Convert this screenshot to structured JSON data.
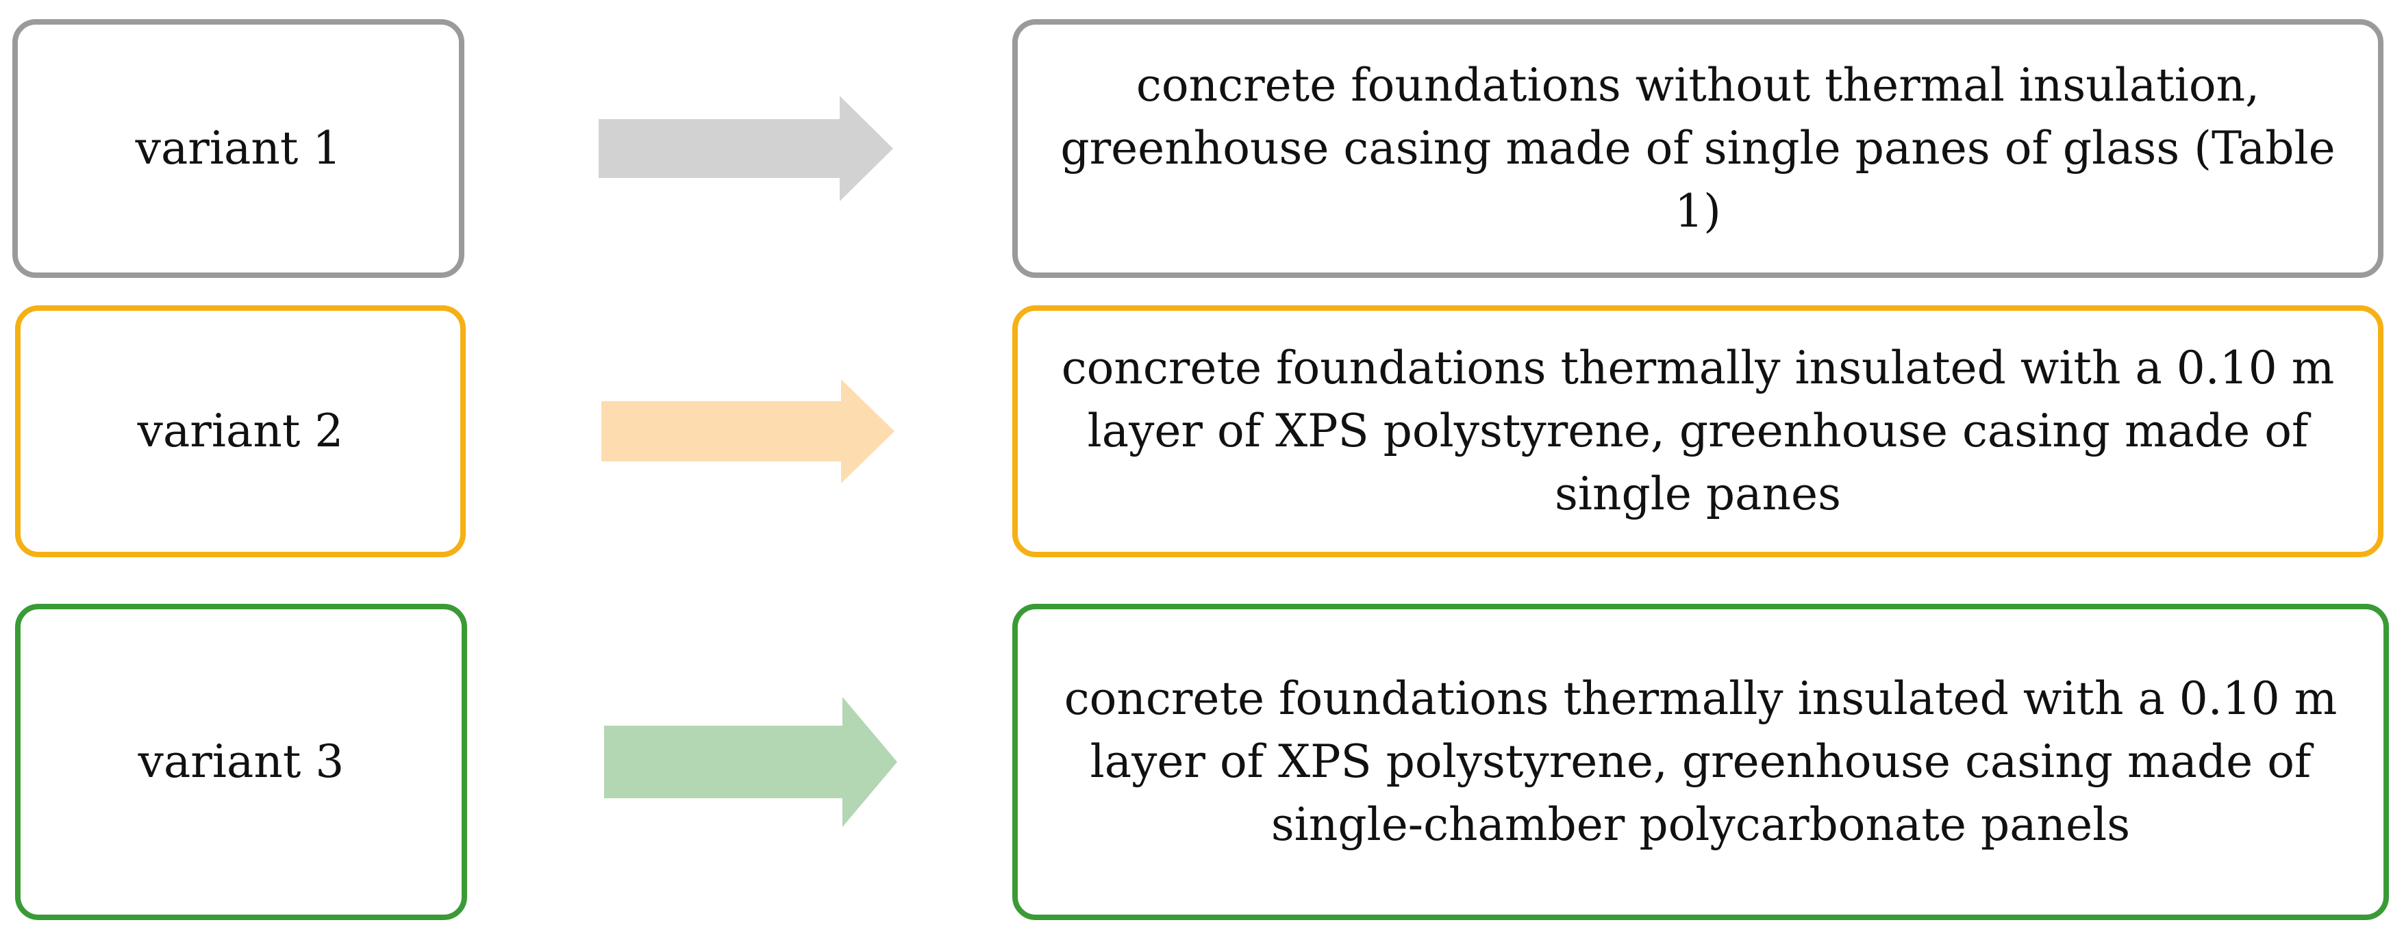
{
  "colors": {
    "row1_border": "#9a9a9a",
    "row1_arrow": "#d2d2d2",
    "row2_border": "#f5b014",
    "row2_arrow": "#fddcb0",
    "row3_border": "#3a9a35",
    "row3_arrow": "#b3d6b3",
    "text": "#111111",
    "background": "#ffffff"
  },
  "rows": [
    {
      "variant_label": "variant 1",
      "description_lines": [
        "concrete foundations without thermal insulation,",
        "greenhouse casing made of single panes of glass (Table 1)"
      ]
    },
    {
      "variant_label": "variant 2",
      "description_lines": [
        "concrete foundations thermally insulated with a 0.10 m",
        "layer of XPS polystyrene, greenhouse casing made of",
        "single panes"
      ]
    },
    {
      "variant_label": "variant 3",
      "description_lines": [
        "concrete foundations thermally insulated with a 0.10 m",
        "layer of XPS polystyrene, greenhouse casing made of",
        "single-chamber polycarbonate panels"
      ]
    }
  ],
  "icons": {
    "arrow": "right-arrow-icon"
  }
}
